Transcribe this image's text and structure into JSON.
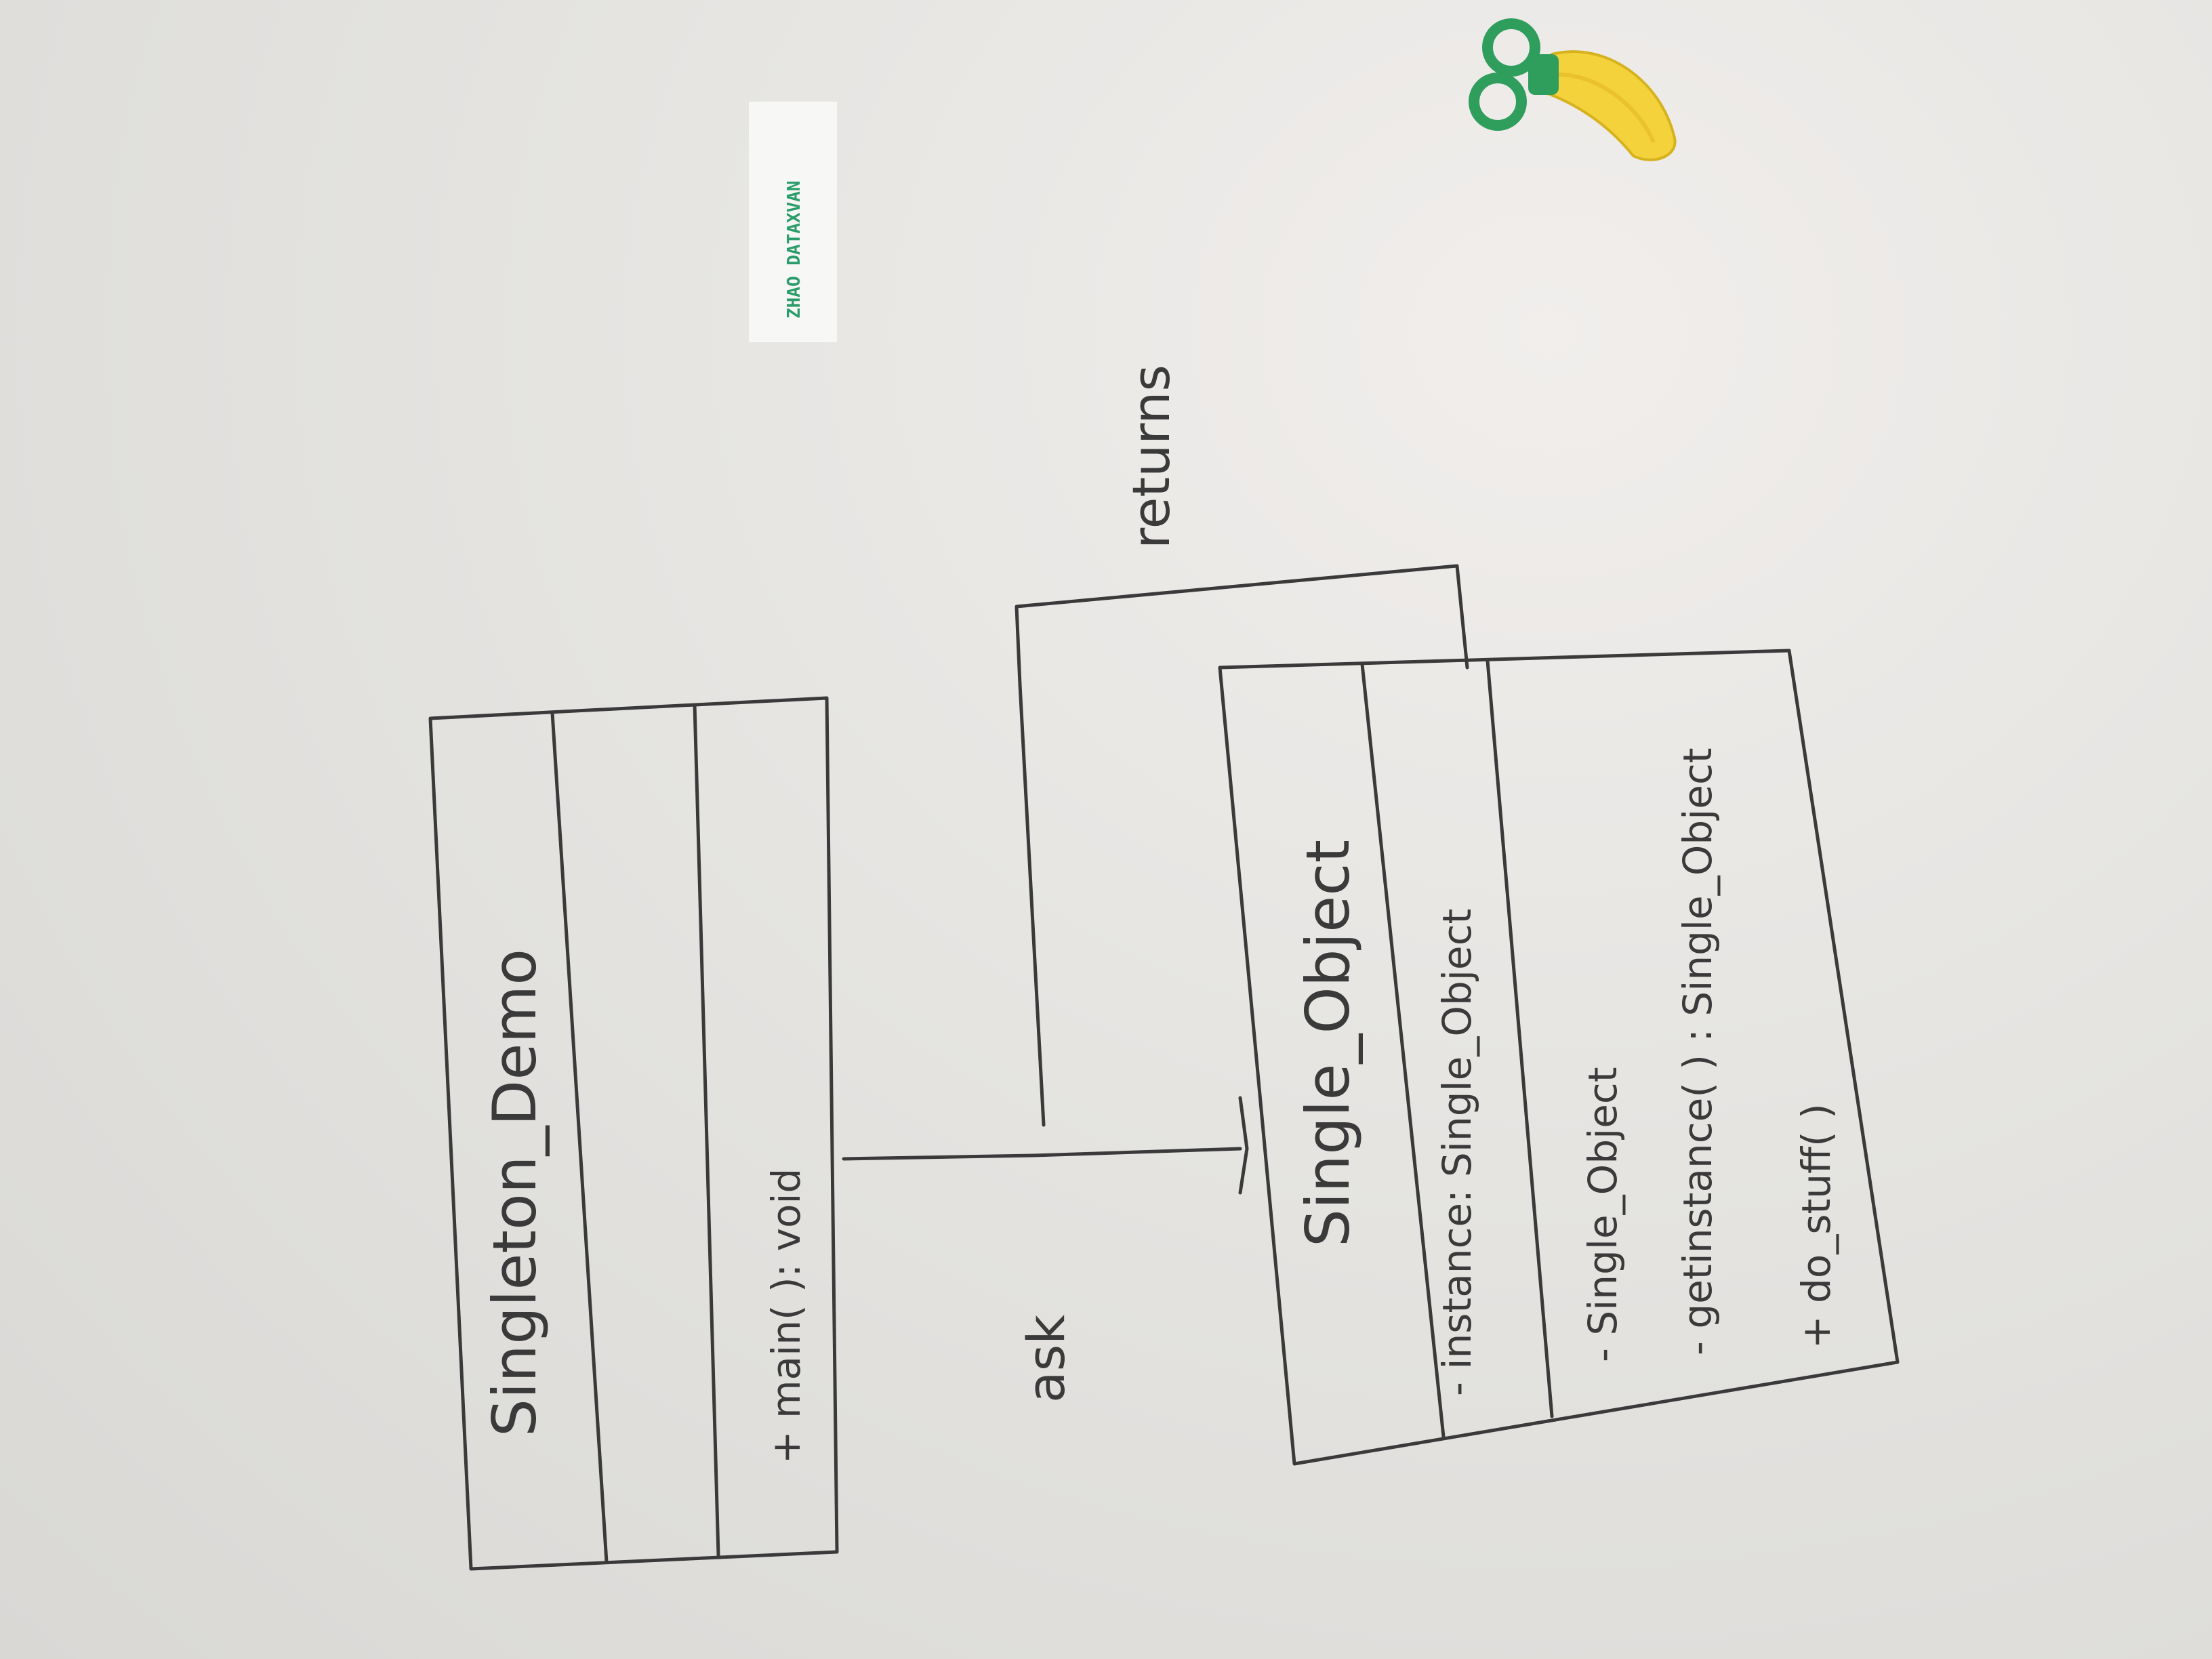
{
  "diagram": {
    "classes": [
      {
        "name": "Singleton_Demo",
        "attributes": [],
        "methods": [
          "+ main( ): void"
        ]
      },
      {
        "name": "Single_Object",
        "attributes": [
          "- instance: Single_Object"
        ],
        "methods": [
          "- Single_Object",
          "- getinstance( ) : Single_Object",
          "+ do_stuff( )"
        ]
      }
    ],
    "relations": [
      {
        "from": "Singleton_Demo",
        "to": "Single_Object",
        "label": "ask"
      },
      {
        "from": "Single_Object",
        "to": "Single_Object",
        "label": "returns"
      }
    ],
    "tape_label": "ZHAO DATAXVAN"
  }
}
